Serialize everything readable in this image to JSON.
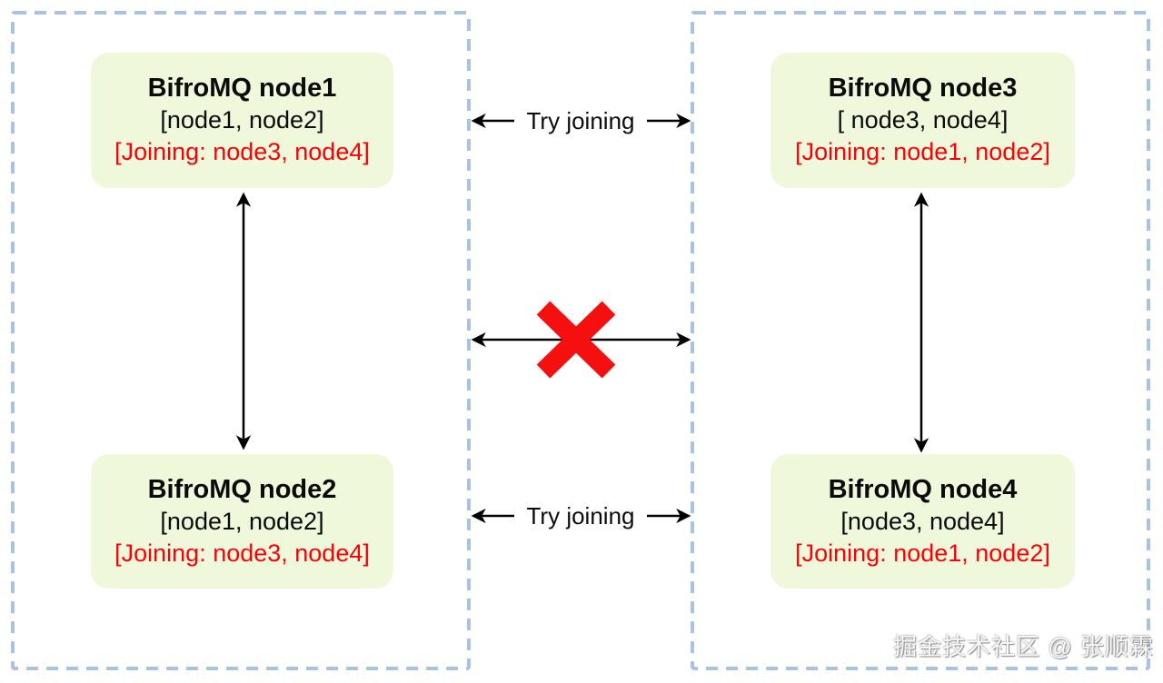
{
  "diagram": {
    "colors": {
      "partition-border": "#a9c2e2",
      "node-bg": "#f0f8dc",
      "arrow": "#000000",
      "cross": "#f50f0f",
      "joining-text": "#fb0007",
      "text": "#0b0b0b"
    },
    "nodes": [
      {
        "title": "BifroMQ node1",
        "members": "[node1, node2]",
        "joining": "[Joining: node3, node4]"
      },
      {
        "title": "BifroMQ node3",
        "members": "[ node3, node4]",
        "joining": "[Joining: node1, node2]"
      },
      {
        "title": "BifroMQ node2",
        "members": "[node1, node2]",
        "joining": "[Joining: node3, node4]"
      },
      {
        "title": "BifroMQ node4",
        "members": "[node3, node4]",
        "joining": "[Joining: node1, node2]"
      }
    ],
    "labels": {
      "try_joining_top": "Try joining",
      "try_joining_bottom": "Try joining"
    },
    "watermark": "掘金技术社区 @ 张顺霖"
  }
}
